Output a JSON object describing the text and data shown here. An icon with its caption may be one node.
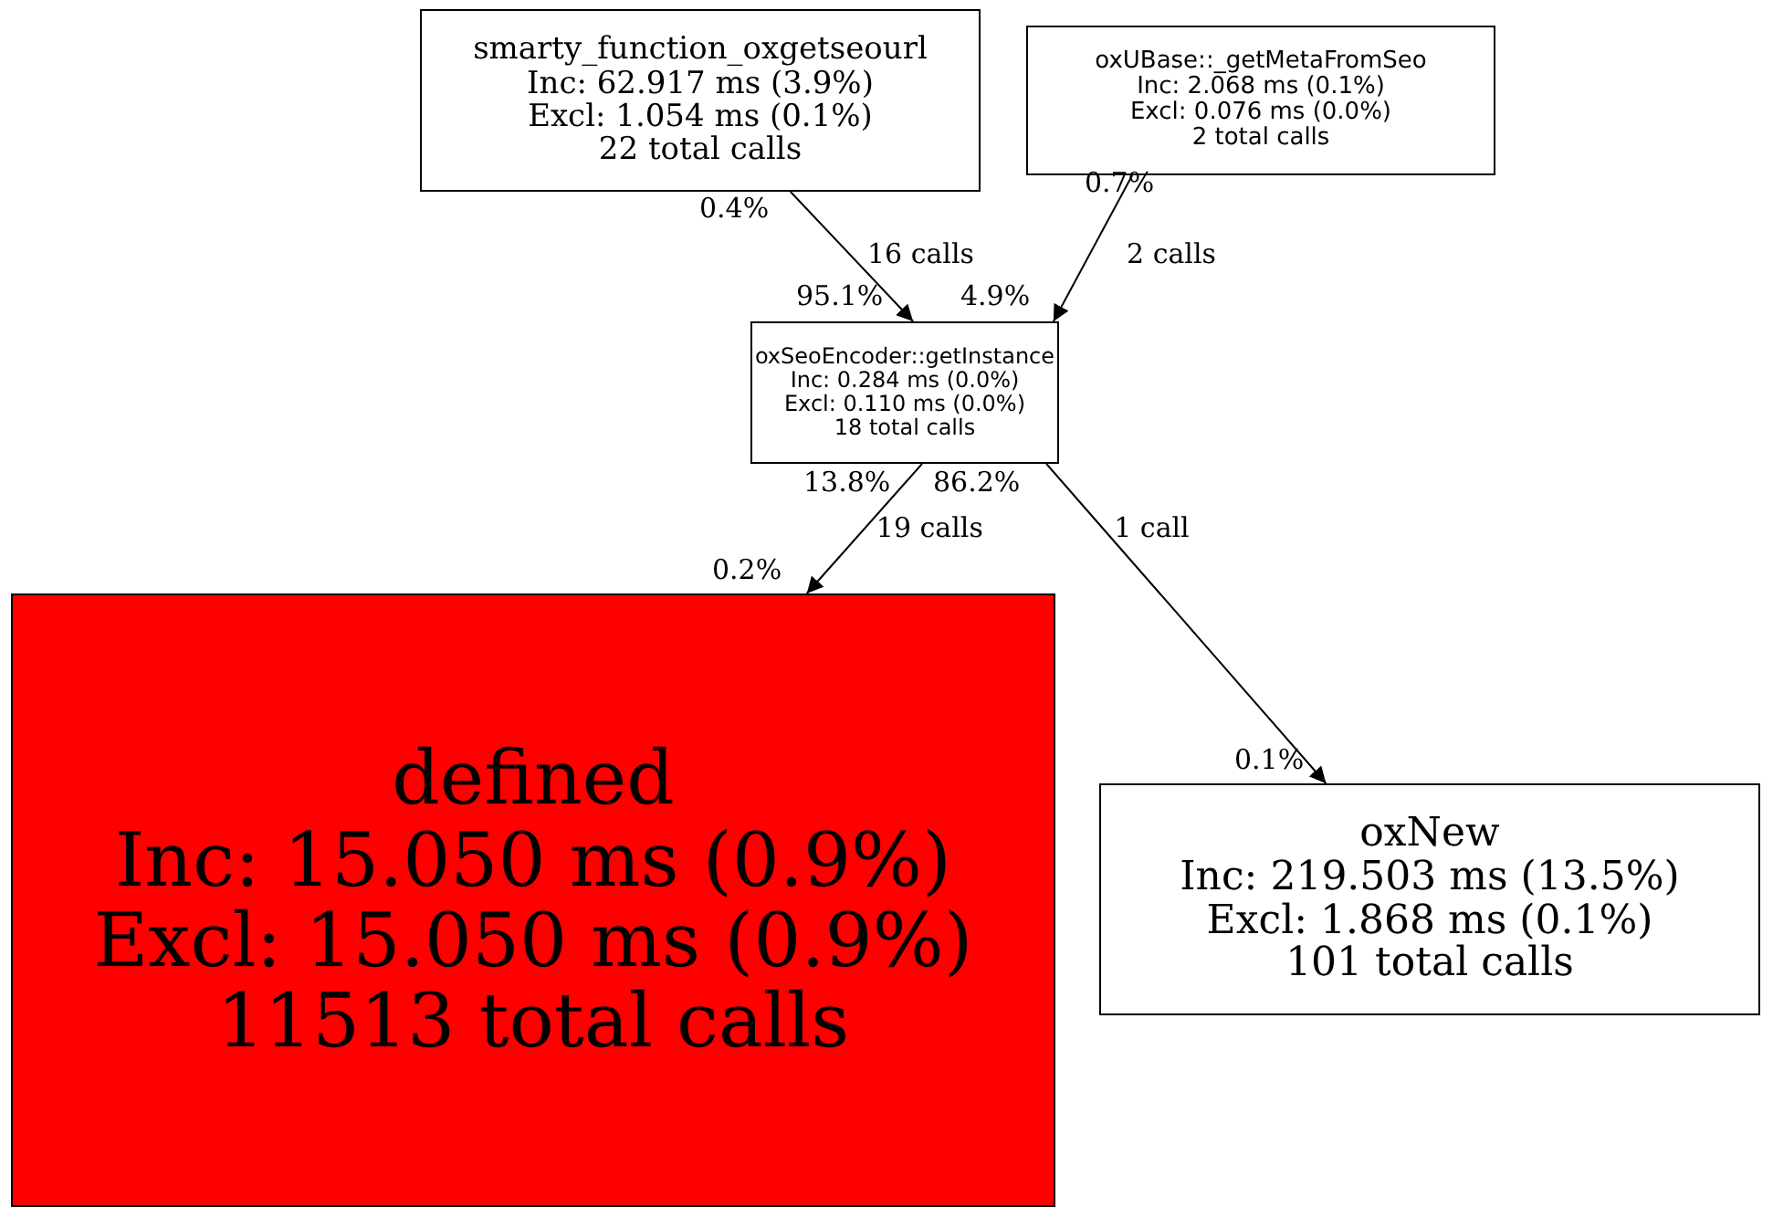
{
  "diagram": {
    "nodes": [
      {
        "text": [
          "smarty_function_oxgetseourl",
          "Inc: 62.917 ms (3.9%)",
          "Excl: 1.054 ms (0.1%)",
          "22 total calls"
        ]
      },
      {
        "text": [
          "oxUBase::_getMetaFromSeo",
          "Inc: 2.068 ms (0.1%)",
          "Excl: 0.076 ms (0.0%)",
          "2 total calls"
        ]
      },
      {
        "text": [
          "oxSeoEncoder::getInstance",
          "Inc: 0.284 ms (0.0%)",
          "Excl: 0.110 ms (0.0%)",
          "18 total calls"
        ]
      },
      {
        "text": [
          "defined",
          "Inc: 15.050 ms (0.9%)",
          "Excl: 15.050 ms (0.9%)",
          "11513 total calls"
        ]
      },
      {
        "text": [
          "oxNew",
          "Inc: 219.503 ms (13.5%)",
          "Excl: 1.868 ms (0.1%)",
          "101 total calls"
        ]
      }
    ],
    "edges": [
      {
        "from": 0,
        "to": 2,
        "arrow": "to",
        "label": "16 calls"
      },
      {
        "from": 1,
        "to": 2,
        "arrow": "to",
        "label": "2 calls"
      },
      {
        "from": 2,
        "to": 3,
        "arrow": "to",
        "label": "19 calls"
      },
      {
        "from": 2,
        "to": 4,
        "arrow": "to",
        "label": "1 call"
      }
    ],
    "labels": [
      "0.7%",
      "0.4%",
      "95.1%",
      "4.9%",
      "13.8%",
      "86.2%",
      "0.2%",
      "0.1%"
    ]
  }
}
